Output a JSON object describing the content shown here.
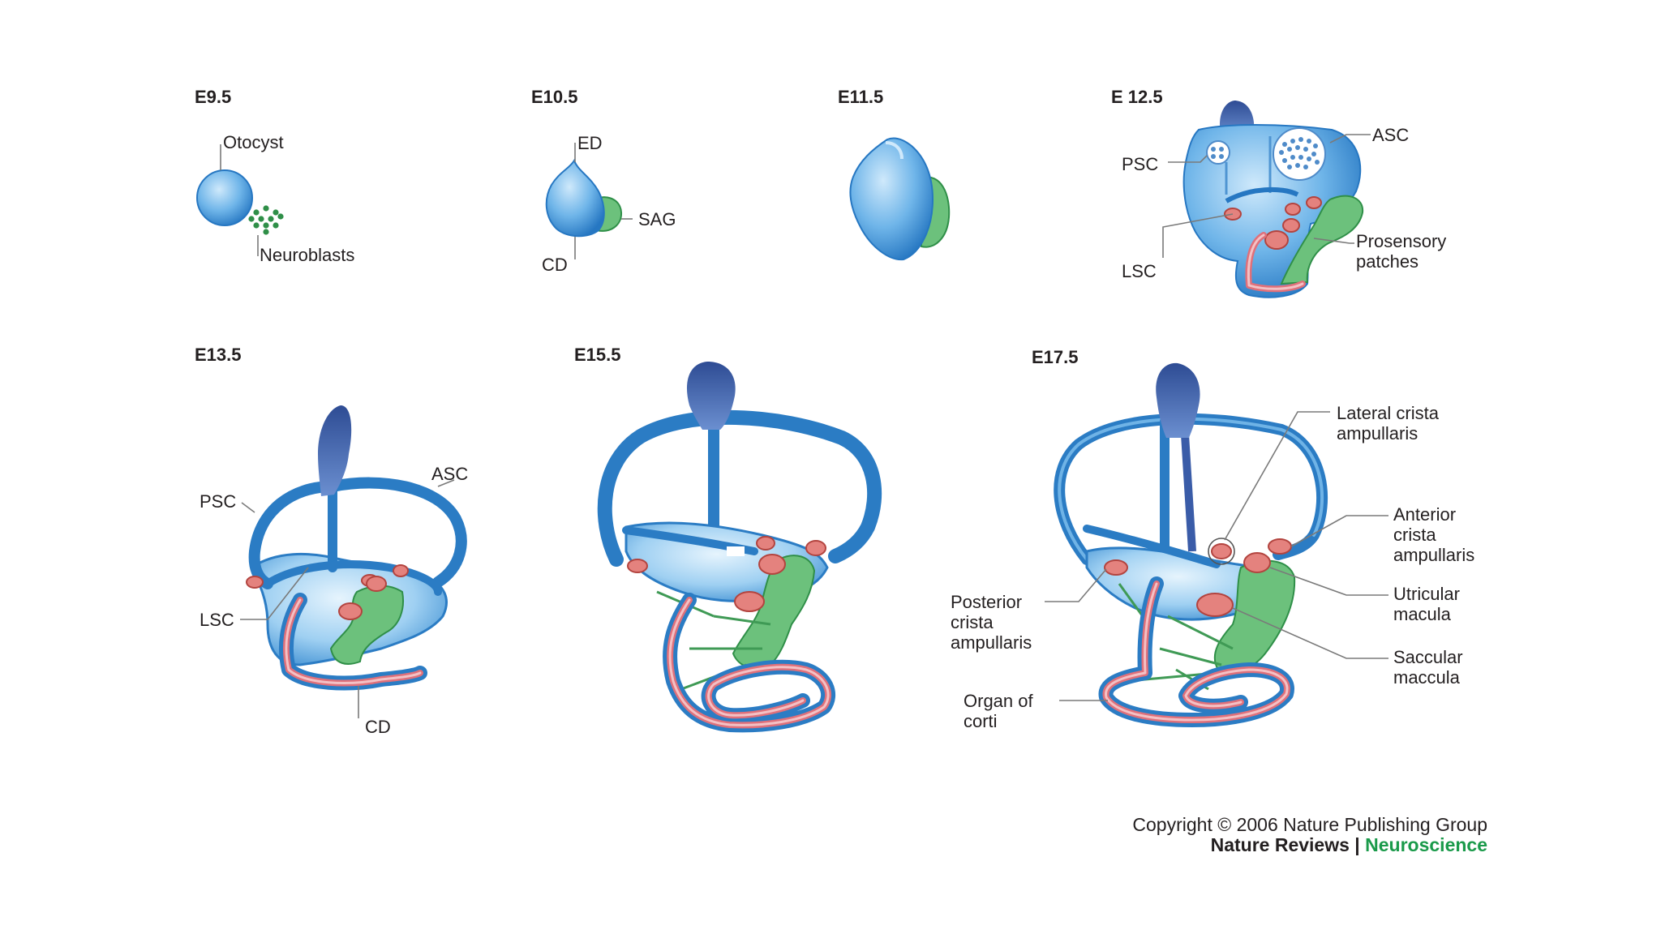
{
  "stages": {
    "e95": "E9.5",
    "e105": "E10.5",
    "e115": "E11.5",
    "e125": "E 12.5",
    "e135": "E13.5",
    "e155": "E15.5",
    "e175": "E17.5"
  },
  "labels": {
    "otocyst": "Otocyst",
    "neuroblasts": "Neuroblasts",
    "ed": "ED",
    "sag": "SAG",
    "cd_e105": "CD",
    "asc_e125": "ASC",
    "psc_e125": "PSC",
    "lsc_e125": "LSC",
    "prosensory_1": "Prosensory",
    "prosensory_2": "patches",
    "asc_e135": "ASC",
    "psc_e135": "PSC",
    "lsc_e135": "LSC",
    "cd_e135": "CD",
    "lateral_1": "Lateral crista",
    "lateral_2": "ampullaris",
    "anterior_1": "Anterior",
    "anterior_2": "crista",
    "anterior_3": "ampullaris",
    "utricular_1": "Utricular",
    "utricular_2": "macula",
    "saccular_1": "Saccular",
    "saccular_2": "maccula",
    "posterior_1": "Posterior",
    "posterior_2": "crista",
    "posterior_3": "ampullaris",
    "organ_1": "Organ of",
    "organ_2": "corti"
  },
  "credit": {
    "copyright": "Copyright © 2006 Nature Publishing Group",
    "journal": "Nature Reviews",
    "separator": " | ",
    "section": "Neuroscience"
  },
  "colors": {
    "canal_blue": "#2b7cc4",
    "light_blue": "#9fd0f2",
    "duct_navy": "#3a5ca8",
    "sensory_red": "#e4827e",
    "ganglion_green": "#6cc17c",
    "brand_green": "#1a9a4a"
  }
}
